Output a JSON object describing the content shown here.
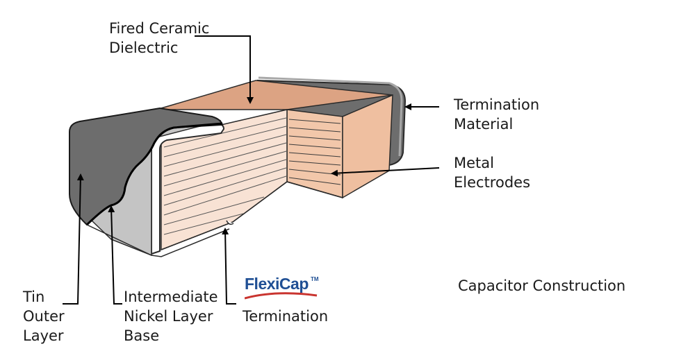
{
  "labels": {
    "fired_ceramic": [
      "Fired Ceramic",
      "Dielectric"
    ],
    "termination_material": [
      "Termination",
      "Material"
    ],
    "metal_electrodes": [
      "Metal",
      "Electrodes"
    ],
    "tin_outer": [
      "Tin",
      "Outer",
      "Layer"
    ],
    "nickel_layer": [
      "Intermediate",
      "Nickel Layer",
      "Base"
    ],
    "termination": "Termination",
    "caption": "Capacitor Construction"
  },
  "brand": {
    "name": "FlexiCap",
    "tm": "TM"
  },
  "colors": {
    "ceramic_top": "#dca383",
    "ceramic_side": "#f2c7aa",
    "ceramic_front": "#f8e2d4",
    "termination_dark": "#6d6d6d",
    "nickel": "#c4c4c4",
    "brand_blue": "#1f4f94",
    "brand_swoosh": "#c9342f"
  }
}
